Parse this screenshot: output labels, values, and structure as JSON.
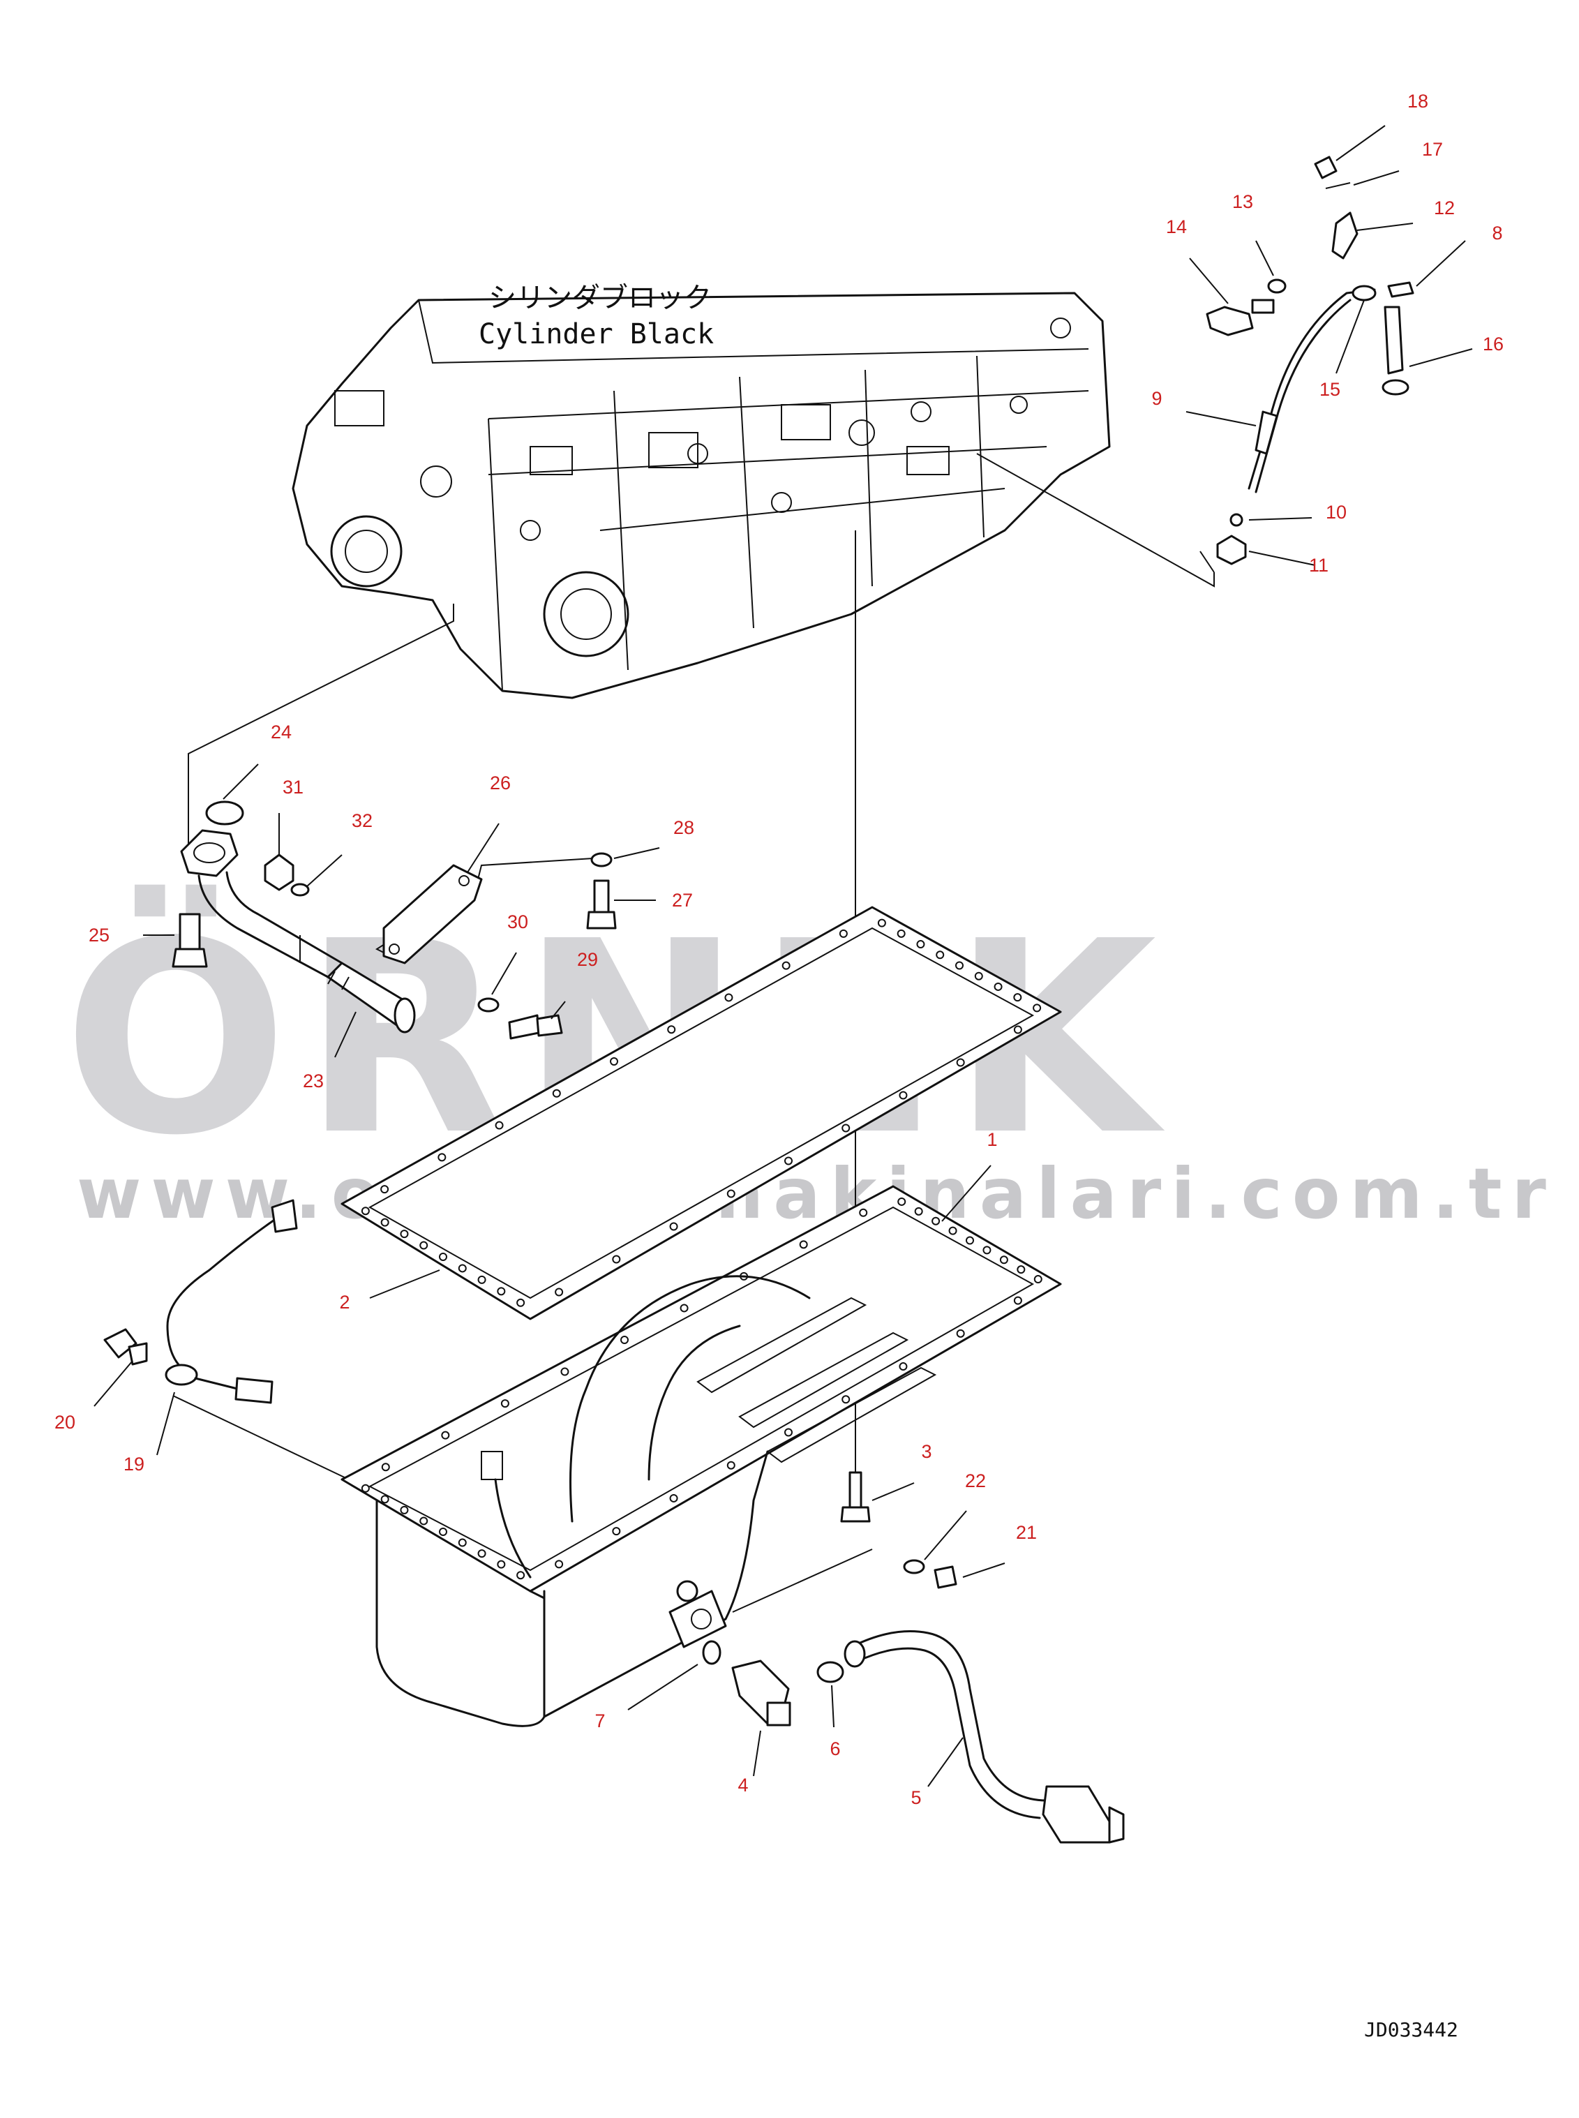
{
  "diagram": {
    "block_label_jp": "シリンダブロック",
    "block_label_en": "Cylinder Black",
    "drawing_code": "JD033442",
    "watermark": {
      "brand": "ÖRNEK",
      "url": "www.ornekismakinalari.com.tr"
    },
    "callouts": [
      "1",
      "2",
      "3",
      "4",
      "5",
      "6",
      "7",
      "8",
      "9",
      "10",
      "11",
      "12",
      "13",
      "14",
      "15",
      "16",
      "17",
      "18",
      "19",
      "20",
      "21",
      "22",
      "23",
      "24",
      "25",
      "26",
      "27",
      "28",
      "29",
      "30",
      "31",
      "32"
    ]
  }
}
